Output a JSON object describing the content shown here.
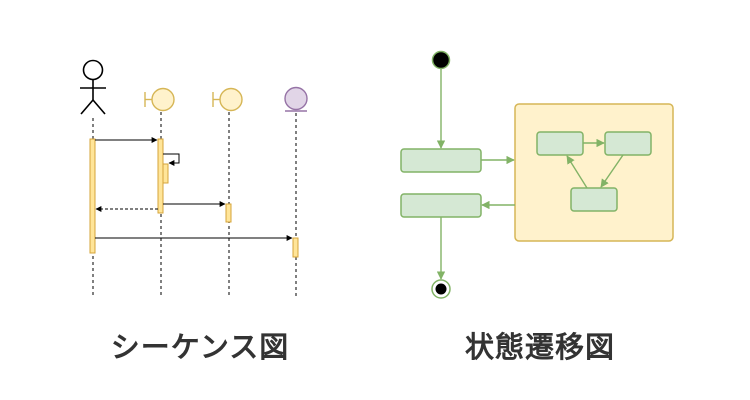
{
  "sequence_diagram": {
    "caption": "シーケンス図",
    "lifelines": [
      {
        "kind": "actor"
      },
      {
        "kind": "boundary"
      },
      {
        "kind": "boundary"
      },
      {
        "kind": "entity"
      }
    ],
    "messages": [
      {
        "from": "actor",
        "to": "boundary-1",
        "style": "solid"
      },
      {
        "from": "boundary-1",
        "to": "boundary-1",
        "style": "solid",
        "kind": "self-call"
      },
      {
        "from": "boundary-1",
        "to": "boundary-2",
        "style": "solid"
      },
      {
        "from": "boundary-1",
        "to": "actor",
        "style": "dashed",
        "kind": "return"
      },
      {
        "from": "actor",
        "to": "entity",
        "style": "solid"
      }
    ]
  },
  "state_diagram": {
    "caption": "状態遷移図",
    "composite_state_substates": 3
  },
  "colors": {
    "activation_fill": "#ffe599",
    "activation_stroke": "#d6a43a",
    "boundary_fill": "#fff2cc",
    "boundary_stroke": "#d6b656",
    "entity_fill": "#e1d5e7",
    "entity_stroke": "#9673a6",
    "state_fill": "#d5e8d4",
    "state_stroke": "#82b366",
    "composite_fill": "#fff2cc",
    "composite_stroke": "#d6b656",
    "caption_text": "#333333"
  }
}
